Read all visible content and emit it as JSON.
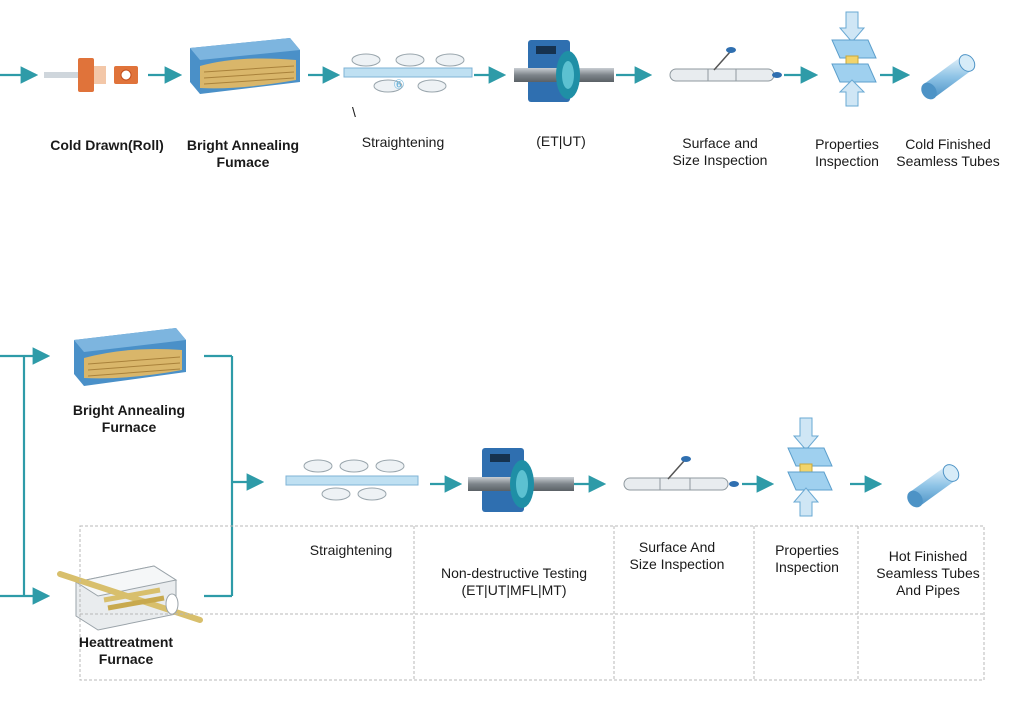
{
  "top_row": {
    "labels": [
      "Cold Drawn(Roll)",
      "Bright Annealing\nFumace",
      "Straightening",
      "(ET|UT)",
      "Surface and\nSize Inspection",
      "Properties\nInspection",
      "Cold  Finished\nSeamless  Tubes"
    ],
    "marker": "⑥",
    "stray_mark": "\\"
  },
  "bottom_row": {
    "branch_labels": [
      "Bright Annealing\nFurnace",
      "Heattreatment\nFurnace"
    ],
    "labels": [
      "Straightening",
      "Non-destructive Testing\n(ET|UT|MFL|MT)",
      "Surface And\nSize Inspection",
      "Properties\nInspection",
      "Hot  Finished\nSeamless Tubes\nAnd  Pipes"
    ]
  },
  "colors": {
    "arrow": "#2e9ba8",
    "furnace_blue": "#4a90c8",
    "pipe_gray": "#8a8f94",
    "nde_blue": "#2f6fb0",
    "roller": "#cfd6dc"
  },
  "icons": [
    "cold-drawn-die-icon",
    "annealing-furnace-icon",
    "straightener-icon",
    "eddy-current-tester-icon",
    "inspection-probe-icon",
    "properties-press-icon",
    "finished-tube-icon",
    "heattreatment-furnace-icon"
  ]
}
